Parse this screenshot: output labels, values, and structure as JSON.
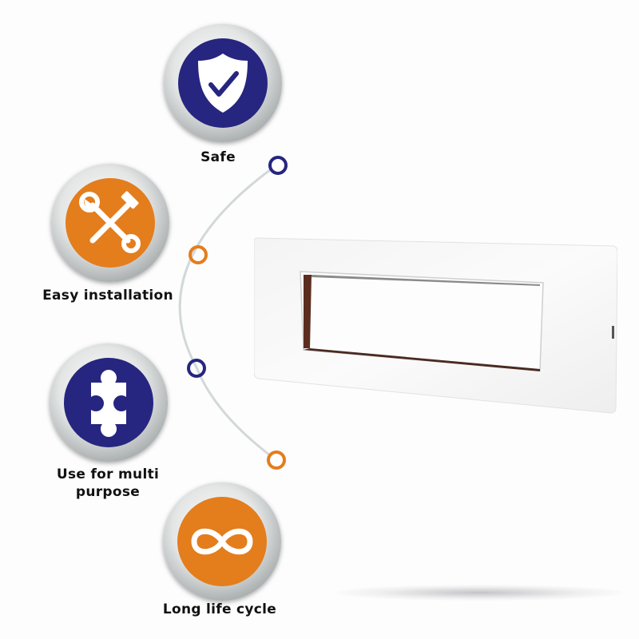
{
  "features": [
    {
      "label": "Safe",
      "icon": "shield-check-icon",
      "color": "#262680"
    },
    {
      "label": "Easy installation",
      "icon": "wrench-hammer-icon",
      "color": "#e47d1c"
    },
    {
      "label_line1": "Use for multi",
      "label_line2": "purpose",
      "icon": "puzzle-piece-icon",
      "color": "#262680"
    },
    {
      "label": "Long life cycle",
      "icon": "infinity-icon",
      "color": "#e47d1c"
    }
  ],
  "connector": {
    "dot_colors": [
      "#262680",
      "#e47d1c",
      "#262680",
      "#e47d1c"
    ],
    "line_color": "#d3d8d8"
  },
  "product": {
    "name": "modular-switch-plate",
    "color": "#ffffff"
  }
}
